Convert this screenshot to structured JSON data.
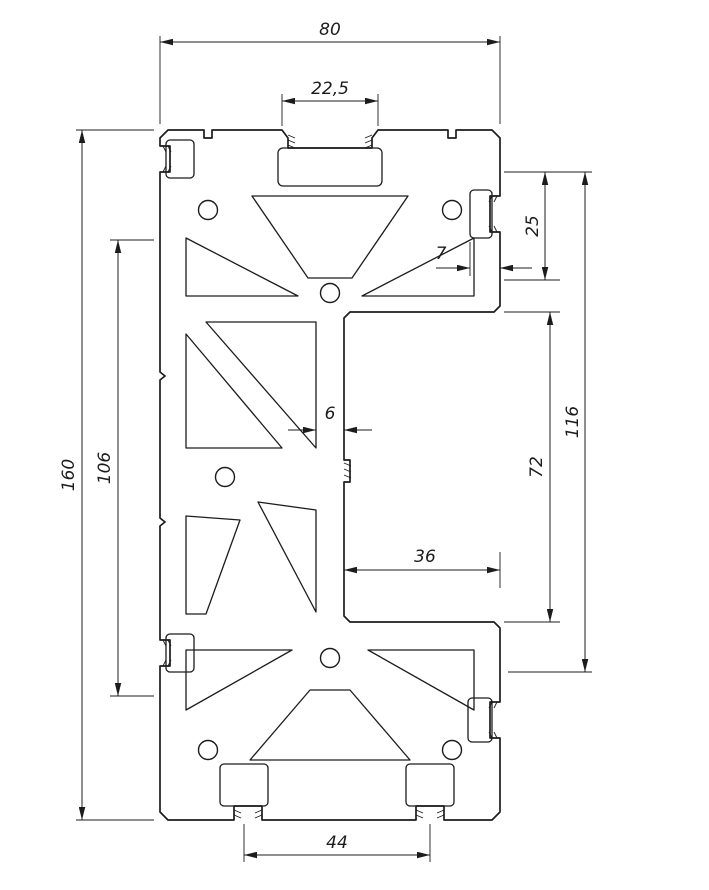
{
  "drawing": {
    "kind": "aluminium-extrusion-profile-cross-section",
    "colors": {
      "line": "#1c1c1c",
      "background": "#ffffff"
    },
    "dims": {
      "total_width": "80",
      "top_slot_width": "22,5",
      "right_upper_offset": "25",
      "wall_thickness": "7",
      "right_span": "116",
      "recess_height": "72",
      "recess_depth": "36",
      "web_thickness": "6",
      "total_height": "160",
      "left_span": "106",
      "bottom_slot_spacing": "44"
    }
  }
}
